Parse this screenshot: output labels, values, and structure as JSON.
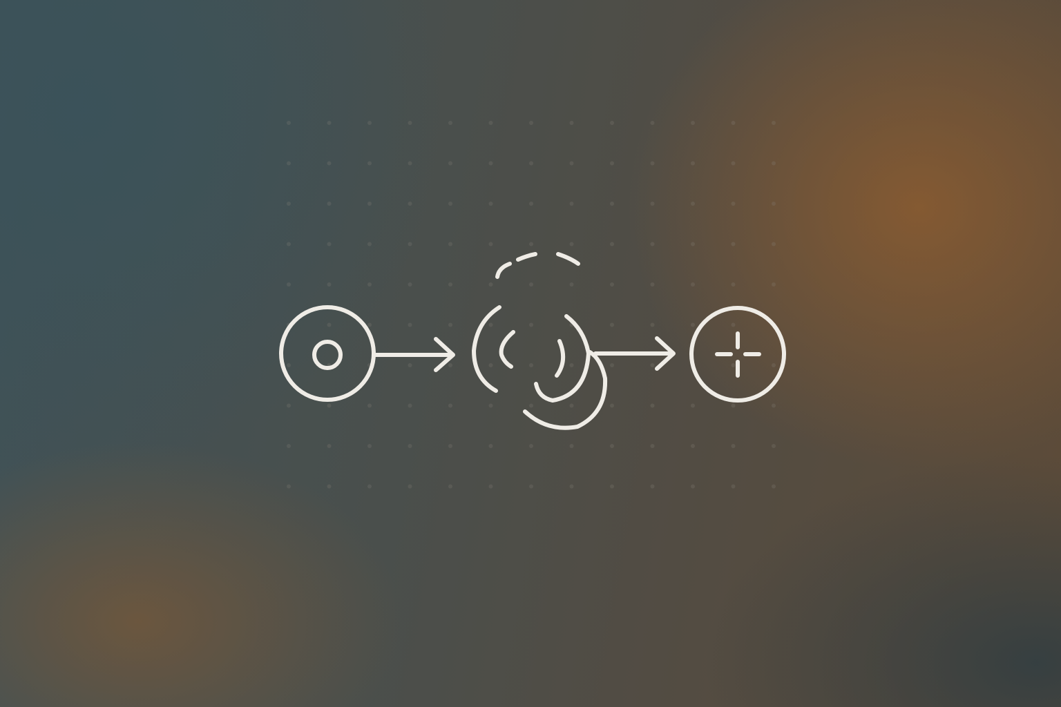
{
  "diagram": {
    "nodes": [
      {
        "id": "source",
        "icon": "target-circle-icon"
      },
      {
        "id": "process",
        "icon": "swirl-knot-icon"
      },
      {
        "id": "result",
        "icon": "plus-circle-icon"
      }
    ],
    "edges": [
      {
        "from": "source",
        "to": "process",
        "icon": "arrow-right-icon"
      },
      {
        "from": "process",
        "to": "result",
        "icon": "arrow-right-icon"
      }
    ]
  },
  "colors": {
    "stroke": "#efece6",
    "grid_dot": "#8f8a80",
    "background_teal": "#3f5258",
    "background_amber": "#8c5c30"
  }
}
